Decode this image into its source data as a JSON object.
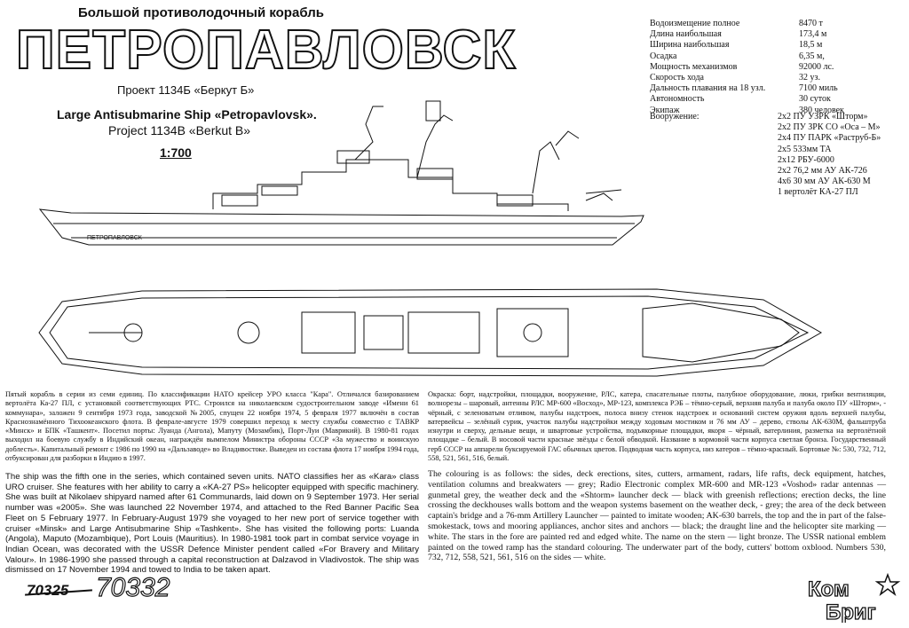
{
  "header": {
    "subtitle_ru": "Большой противолодочный корабль",
    "title_ru": "ПЕТРОПАВЛОВСК",
    "project_ru": "Проект 1134Б «Беркут Б»",
    "title_en": "Large Antisubmarine Ship «Petropavlovsk».",
    "project_en": "Project 1134B «Berkut B»",
    "scale": "1:700"
  },
  "specs": {
    "labels": [
      "Водоизмещение полное",
      "Длина наибольшая",
      "Ширина наибольшая",
      "Осадка",
      "Мощность механизмов",
      "Скорость хода",
      "Дальность плавания на 18 узл.",
      "Автономность",
      "Экипаж"
    ],
    "values": [
      "8470 т",
      "173,4 м",
      "18,5 м",
      "6,35 м,",
      "92000 лс.",
      "32 уз.",
      "7100 миль",
      "30 суток",
      "380 человек"
    ],
    "armament_label": "Вооружение:",
    "armament": [
      "2х2 ПУ УЗРК «Шторм»",
      "2х2 ПУ ЗРК СО «Оса – М»",
      "2х4 ПУ ПАРК «Раструб-Б»",
      "2х5 533мм ТА",
      "2х12 РБУ-6000",
      "2х2 76,2 мм АУ АК-726",
      "4х6 30 мм АУ АК-630 М",
      "1 вертолёт КА-27 ПЛ"
    ]
  },
  "hull_marking": "ПЕТРОПАВЛОВСК",
  "text": {
    "ru_history": "Пятый корабль в серии из семи единиц. По классификации НАТО крейсер УРО класса \"Кара\". Отличался базированием вертолёта Ка-27 ПЛ, с установкой соответствующих РТС. Строился на николаевском судостроительном заводе «Имени 61 коммунара», заложен 9 сентября 1973 года, заводской №2005, спущен 22 ноября 1974, 5 февраля 1977 включён в состав Краснознамённого Тихоокеанского флота. В феврале-августе 1979 совершил переход к месту службы совместно с ТАВКР «Минск» и БПК «Ташкент». Посетил порты: Луанда (Ангола), Мапуту (Мозамбик), Порт-Луи (Маврикий). В 1980-81 годах выходил на боевую службу в Индийский океан, награждён вымпелом Министра обороны СССР «За мужество и воинскую доблесть». Капитальный ремонт с 1986 по 1990 на «Дальзаводе» во Владивостоке. Выведен из состава флота 17 ноября 1994 года, отбуксирован для разборки в Индию в 1997.",
    "ru_colouring": "Окраска: борт, надстройки, площадки, вооружение, РЛС, катера, спасательные плоты, палубное оборудование, люки, грибки вентиляции, волнорезы – шаровый, антенны РЛС МР-600 «Восход», МР-123, комплекса РЭБ – тёмно-серый, верхняя палуба и палуба около ПУ «Шторм», - чёрный, с зеленоватым отливом, палубы надстроек, полоса внизу стенок надстроек и оснований систем оружия вдоль верхней палубы, ватервейсы – зелёный сурик, участок палубы надстройки между ходовым мостиком и 76 мм АУ – дерево, стволы АК-630М, фальштруба изнутри и сверху, дельные вещи, и швартовые устройства, подъякорные площадки, якоря – чёрный, ватерлиния, разметка на вертолётной площадке – белый. В носовой части красные звёзды с белой обводкой. Название в кормовой части корпуса светлая бронза. Государственный герб СССР на аппарели буксируемой ГАС обычных цветов. Подводная часть корпуса, низ катеров – тёмно-красный. Бортовые №: 530, 732, 712, 558, 521, 561, 516, белый.",
    "en_history": "The ship was the fifth one in the series, which contained seven units. NATO classifies her as «Kara» class URO cruiser. She features with her ability to carry a «KA-27 PS» helicopter equipped with specific machinery. She was built at Nikolaev shipyard named after 61 Communards, laid down on 9 September 1973. Her serial number was «2005». She was launched 22 November 1974, and attached to the Red Banner Pacific Sea Fleet on 5 February 1977. In February-August 1979 she voyaged to her new port of service together with cruiser «Minsk» and Large Antisubmarine Ship «Tashkent». She has visited the following ports: Luanda (Angola), Maputo (Mozambique), Port Louis (Mauritius). In 1980-1981 took part in combat service voyage in Indian Ocean, was decorated with the USSR Defence Minister pendent called «For Bravery and Military Valour». In 1986-1990 she passed through a capital reconstruction at Dalzavod in Vladivostok. The ship was dismissed on 17 November 1994 and towed to India to be taken apart.",
    "en_colouring": "The colouring is as follows: the sides, deck erections, sites, cutters, armament, radars, life rafts, deck equipment, hatches, ventilation columns and breakwaters — grey; Radio Electronic complex MR-600 and MR-123 «Voshod» radar antennas — gunmetal grey, the weather deck and the «Shtorm» launcher deck — black with greenish reflections; erection decks, the line crossing the deckhouses walls bottom and the weapon systems basement on the weather deck, - grey; the area of the deck between captain's bridge and a 76-mm Artillery Launcher — painted to imitate wooden; AK-630 barrels, the top and the in part of the false-smokestack, tows and mooring appliances, anchor sites and anchors — black; the draught line and the helicopter site marking — white. The stars in the fore are painted red and edged white. The name on the stern — light bronze. The USSR national emblem painted on the towed ramp has the standard colouring. The underwater part of the body, cutters' bottom oxblood. Numbers 530, 732, 712, 558, 521, 561, 516 on the sides — white."
  },
  "footer": {
    "code_old": "70325",
    "code_new": "70332",
    "logo_top": "Ком",
    "logo_bottom": "Бриг"
  }
}
